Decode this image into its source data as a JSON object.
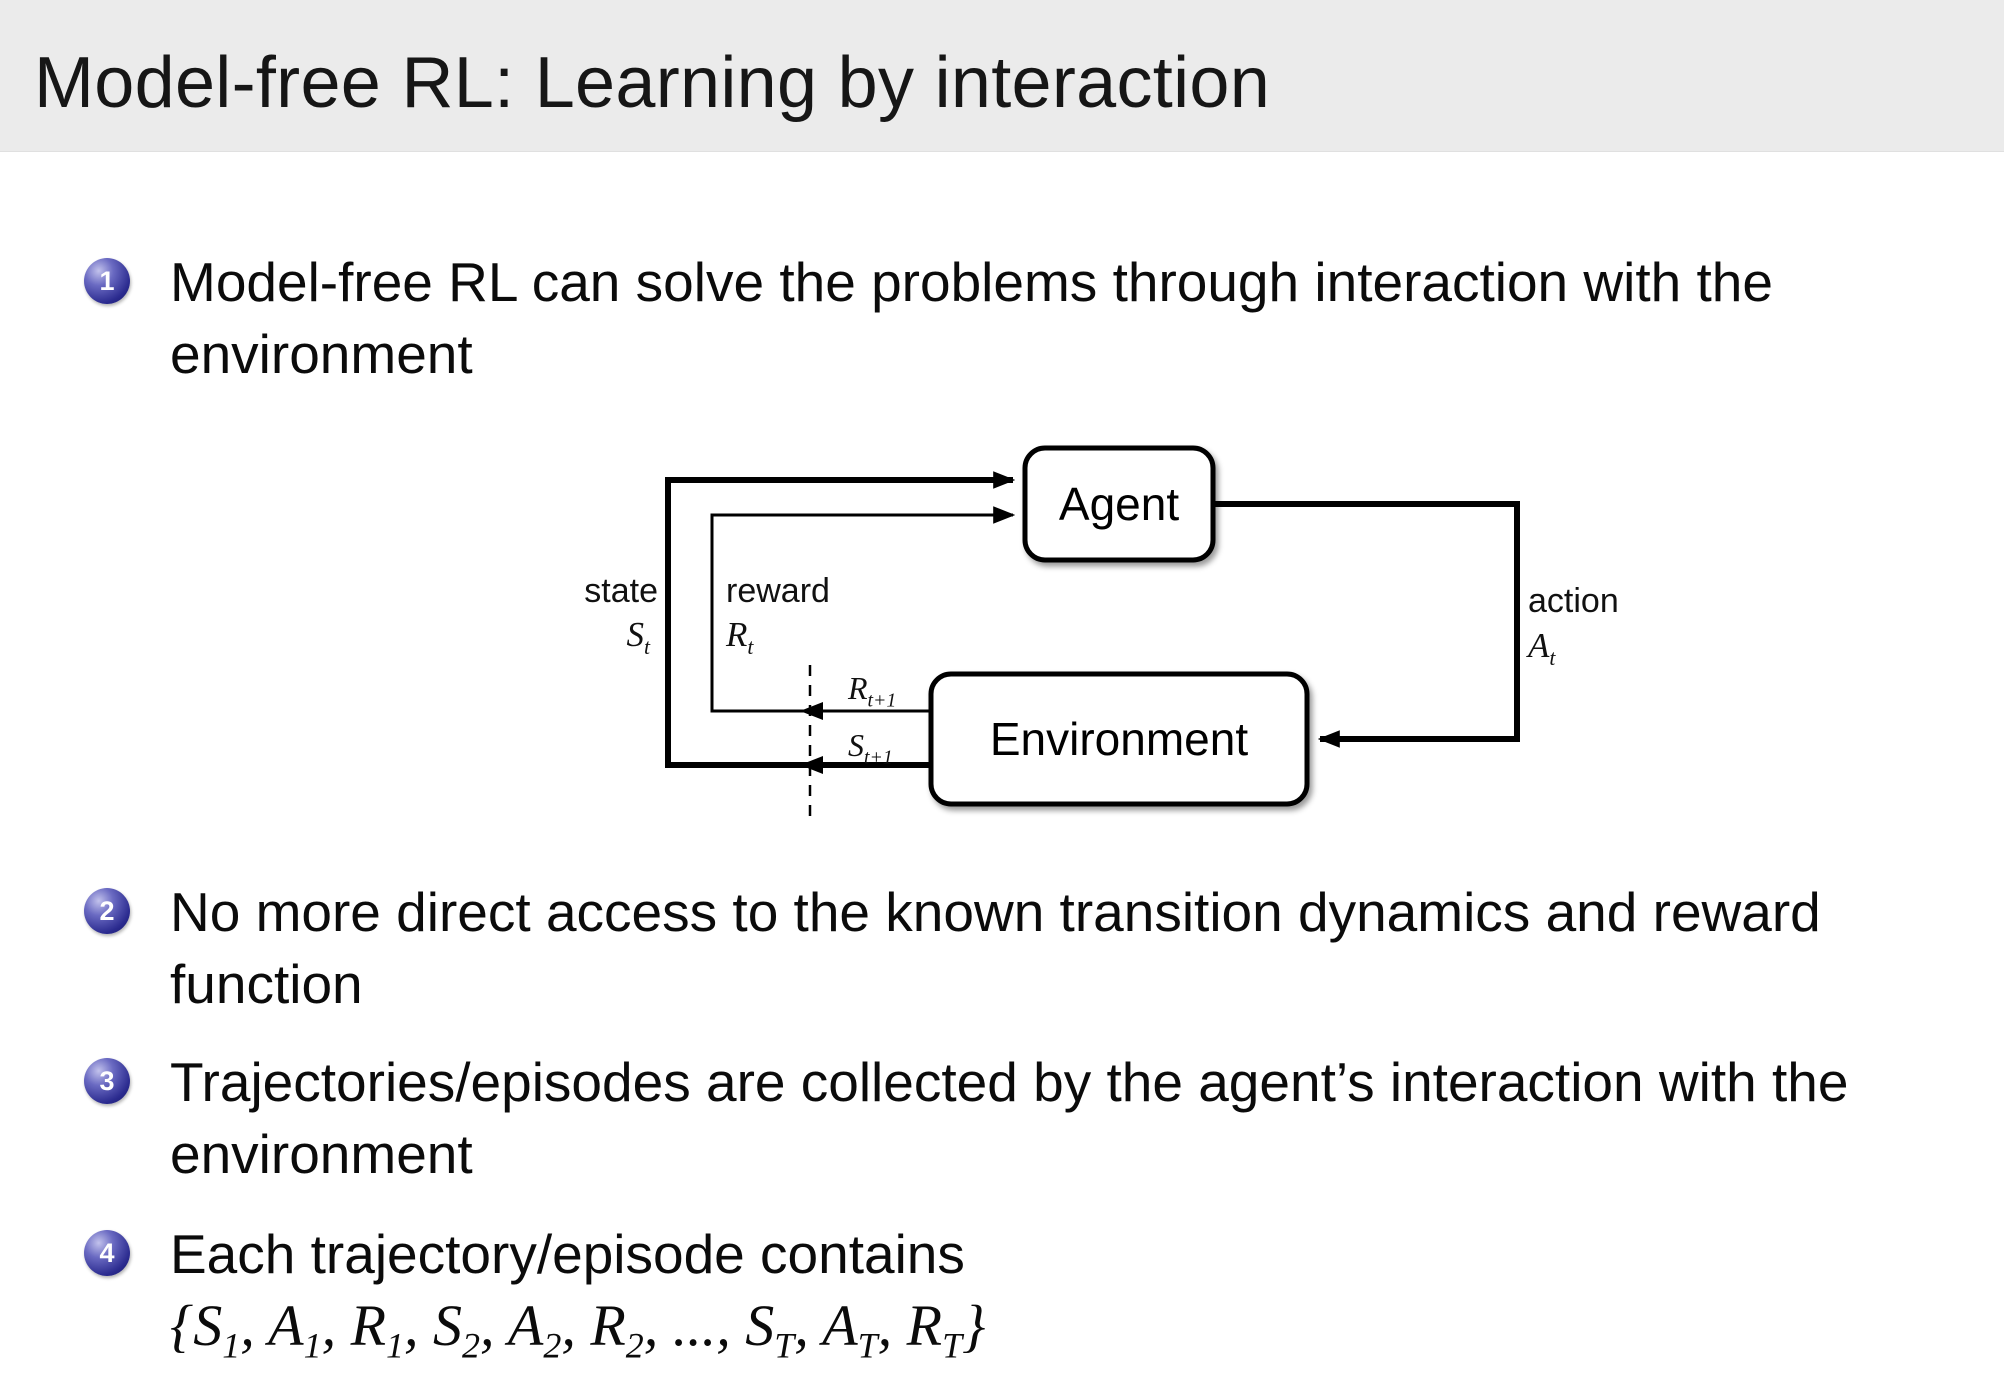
{
  "slide": {
    "title": "Model-free RL: Learning by interaction",
    "bullets": [
      {
        "num": "1",
        "text": "Model-free RL can solve the problems through interaction with the environment"
      },
      {
        "num": "2",
        "text": "No more direct access to the known transition dynamics and reward function"
      },
      {
        "num": "3",
        "text": "Trajectories/episodes are collected by the agent’s interaction with the environment"
      },
      {
        "num": "4",
        "text": "Each trajectory/episode contains"
      }
    ],
    "trajectory_math": "{S_1, A_1, R_1, S_2, A_2, R_2, ..., S_T, A_T, R_T}"
  },
  "diagram": {
    "agent_label": "Agent",
    "environment_label": "Environment",
    "state_label": "state",
    "state_symbol": "S_t",
    "reward_label": "reward",
    "reward_symbol": "R_t",
    "action_label": "action",
    "action_symbol": "A_t",
    "next_reward_symbol": "R_{t+1}",
    "next_state_symbol": "S_{t+1}"
  }
}
